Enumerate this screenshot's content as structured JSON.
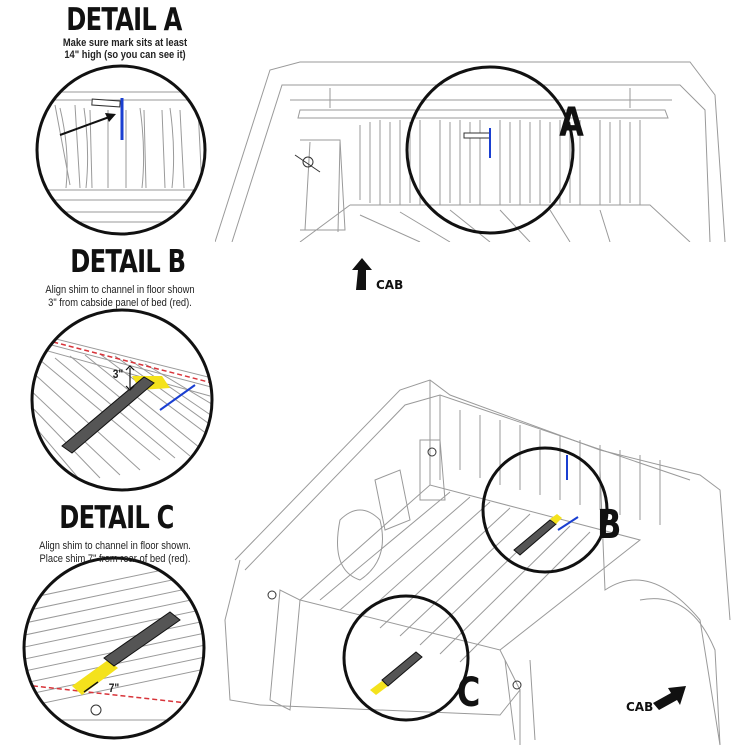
{
  "detail_a": {
    "title": "DETAIL A",
    "line1": "Make sure mark sits at least",
    "line2": "14\" high (so you can see it)"
  },
  "detail_b": {
    "title": "DETAIL B",
    "line1": "Align shim to channel in floor shown",
    "line2": "3\" from cabside panel of bed (red).",
    "dimension": "3\""
  },
  "detail_c": {
    "title": "DETAIL C",
    "line1": "Align shim to channel in floor shown.",
    "line2": "Place shim 7\" from rear of bed (red).",
    "dimension": "7\""
  },
  "callouts": {
    "a": "A",
    "b": "B",
    "c": "C"
  },
  "cab_labels": {
    "top": "CAB",
    "bottom": "CAB"
  },
  "colors": {
    "shim_mark": "#1a3fd1",
    "red_line": "#d8343a",
    "highlight": "#f4e21c",
    "shim": "#555555",
    "outline": "#111111"
  }
}
